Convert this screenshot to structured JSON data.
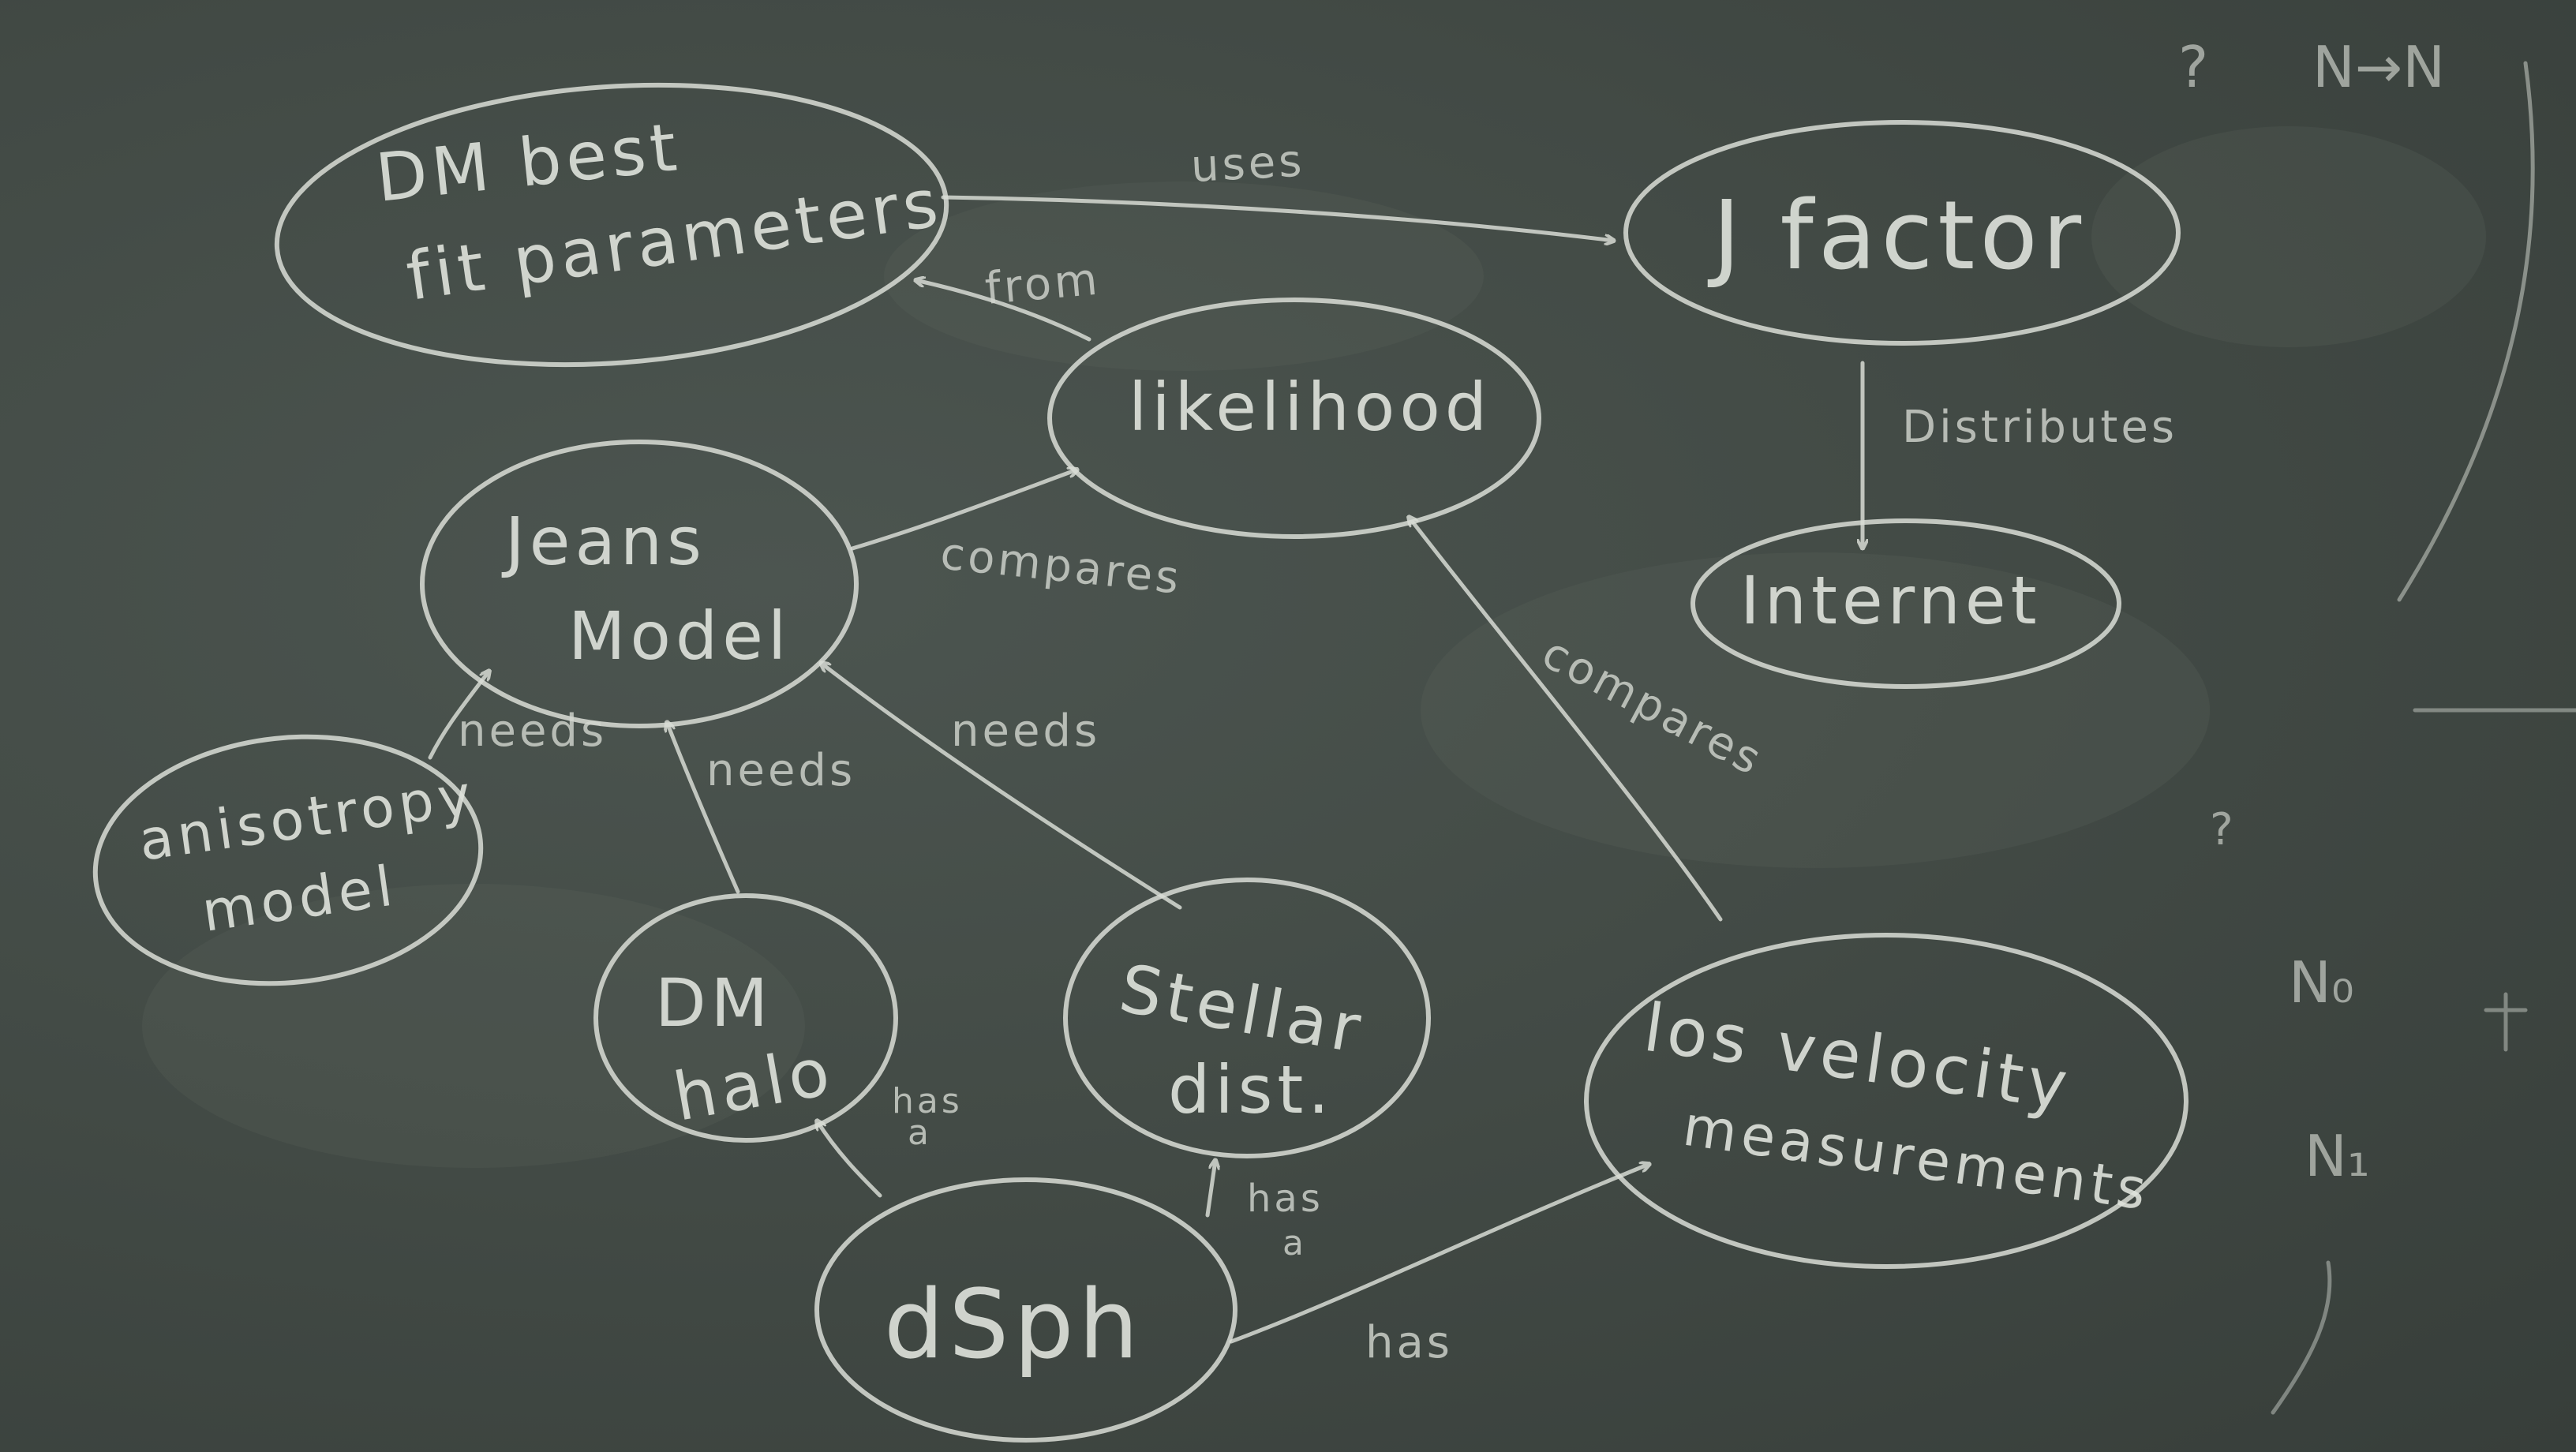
{
  "nodes": {
    "dm_best_fit": {
      "line1": "DM best",
      "line2": "fit parameters"
    },
    "j_factor": {
      "label": "J factor"
    },
    "likelihood": {
      "label": "likelihood"
    },
    "jeans_model": {
      "line1": "Jeans",
      "line2": "Model"
    },
    "internet": {
      "label": "Internet"
    },
    "anisotropy_model": {
      "line1": "anisotropy",
      "line2": "model"
    },
    "dm_halo": {
      "line1": "DM",
      "line2": "halo"
    },
    "stellar_dist": {
      "line1": "Stellar",
      "line2": "dist."
    },
    "los_velocity": {
      "line1": "los velocity",
      "line2": "measurements"
    },
    "dsph": {
      "label": "dSph"
    }
  },
  "edges": {
    "uses": "uses",
    "from": "from",
    "distributes": "Distributes",
    "compares_jeans": "compares",
    "compares_los": "compares",
    "needs_anisotropy": "needs",
    "needs_dm_halo": "needs",
    "needs_stellar": "needs",
    "has_dm_halo_1": "has",
    "has_dm_halo_2": "a",
    "has_stellar_1": "has",
    "has_stellar_2": "a",
    "has_los": "has"
  },
  "margin_scribbles": {
    "n_arrow_n": "N→N",
    "n_sub_o": "N₀",
    "n_sub_i": "N₁",
    "question": "?"
  }
}
